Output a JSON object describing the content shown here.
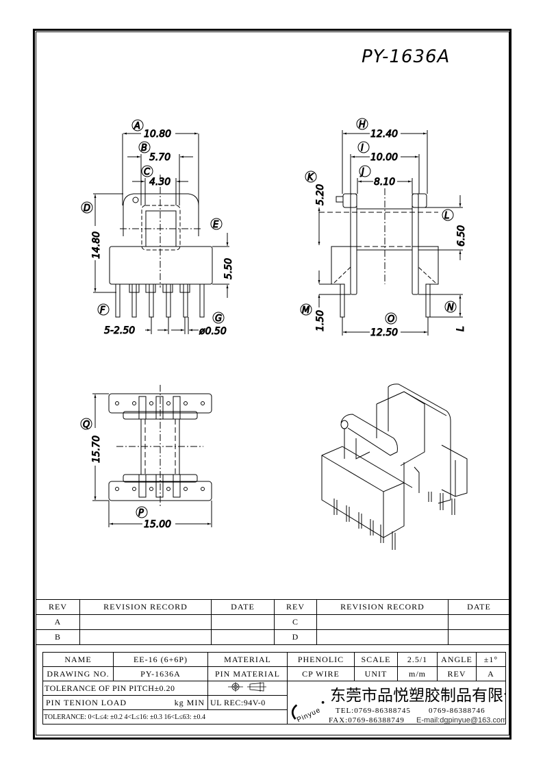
{
  "drawing": {
    "number_title": "PY-1636A",
    "front_view": {
      "dims": {
        "A": "10.80",
        "B": "5.70",
        "C": "4.30",
        "D": "14.80",
        "E": "5.50",
        "F": "F",
        "G": "ø0.50",
        "pin_pitch": "5-2.50"
      },
      "callouts": [
        "A",
        "B",
        "C",
        "D",
        "E",
        "F",
        "G"
      ]
    },
    "side_view": {
      "dims": {
        "H": "12.40",
        "I": "10.00",
        "J": "8.10",
        "K": "5.20",
        "L": "6.50",
        "M": "1.50",
        "N": "L",
        "O": "12.50"
      },
      "callouts": [
        "H",
        "I",
        "J",
        "K",
        "L",
        "M",
        "N",
        "O"
      ]
    },
    "bottom_view": {
      "dims": {
        "P": "15.00",
        "Q": "15.70"
      },
      "callouts": [
        "P",
        "Q"
      ]
    }
  },
  "revision_table": {
    "headers": [
      "REV",
      "REVISION RECORD",
      "DATE",
      "REV",
      "REVISION RECORD",
      "DATE"
    ],
    "rows": [
      [
        "A",
        "",
        "",
        "C",
        "",
        ""
      ],
      [
        "B",
        "",
        "",
        "D",
        "",
        ""
      ]
    ]
  },
  "spec_table": {
    "name_label": "NAME",
    "name_value": "EE-16 (6+6P)",
    "material_label": "MATERIAL",
    "material_value": "PHENOLIC",
    "scale_label": "SCALE",
    "scale_value": "2.5/1",
    "angle_label": "ANGLE",
    "angle_value": "±1°",
    "drawing_no_label": "DRAWING NO.",
    "drawing_no_value": "PY-1636A",
    "pin_material_label": "PIN MATERIAL",
    "pin_material_value": "CP WIRE",
    "unit_label": "UNIT",
    "unit_value": "m/m",
    "rev_label": "REV",
    "rev_value": "A",
    "pin_pitch_tolerance": "TOLERANCE OF PIN PITCH±0.20",
    "pin_tension_label": "PIN TENION LOAD",
    "pin_tension_unit": "kg MIN",
    "ul_rec": "UL REC:94V-0",
    "tolerance_line": "TOLERANCE: 0<L≤4: ±0.2   4<L≤16: ±0.3   16<L≤63: ±0.4"
  },
  "company": {
    "logo_text": "Pinyue",
    "name": "东莞市品悦塑胶制品有限公司",
    "tel_label": "TEL:",
    "tel1": "0769-86388745",
    "tel2": "0769-86388746",
    "fax_label": "FAX:",
    "fax": "0769-86388749",
    "email": "E-mail:dgpinyue@163.com"
  }
}
